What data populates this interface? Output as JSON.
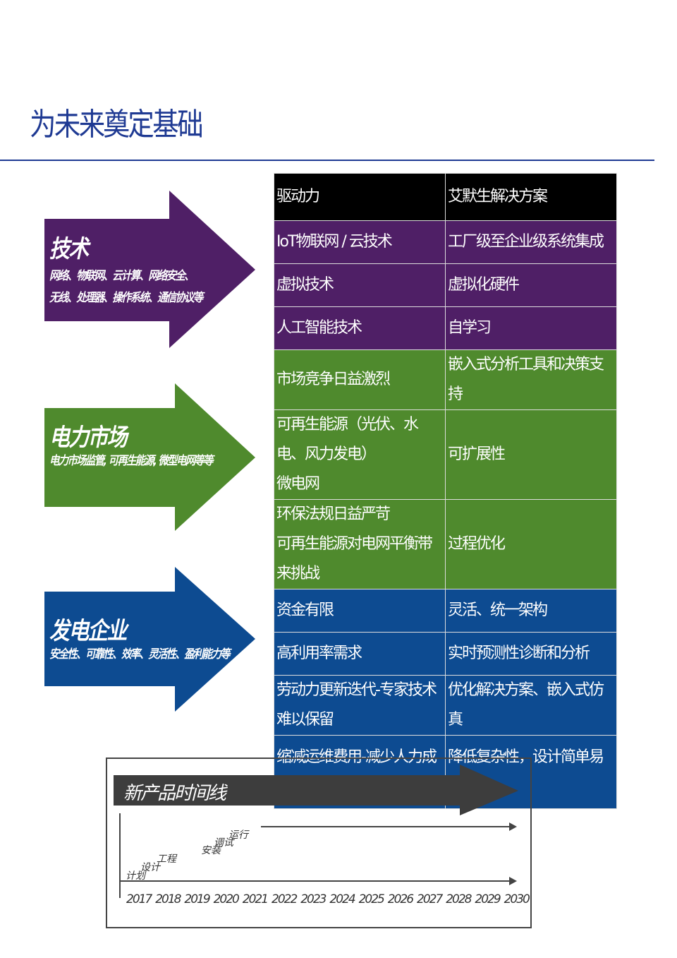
{
  "title": "为未来奠定基础",
  "drivers": [
    {
      "title": "技术",
      "lines": [
        "网络、物联网、云计算、网络安全、",
        "无线、处理器、操作系统、通信协议等"
      ],
      "color": "#4f1f66"
    },
    {
      "title": "电力市场",
      "lines": [
        "电力市场监管, 可再生能源, 微型电网等等"
      ],
      "color": "#4f8a2d"
    },
    {
      "title": "发电企业",
      "lines": [
        "安全性、可靠性、效率、灵活性、盈利能力等"
      ],
      "color": "#0d4b91"
    }
  ],
  "table": {
    "headers": [
      "驱动力",
      "艾默生解决方案"
    ],
    "rows": [
      {
        "group": "p",
        "driver": "IoT物联网 / 云技术",
        "solution": "工厂级至企业级系统集成"
      },
      {
        "group": "p",
        "driver": "虚拟技术",
        "solution": "虚拟化硬件"
      },
      {
        "group": "p",
        "driver": "人工智能技术",
        "solution": "自学习"
      },
      {
        "group": "g",
        "driver": "市场竞争日益激烈",
        "solution": "嵌入式分析工具和决策支持"
      },
      {
        "group": "g",
        "driver": "可再生能源（光伏、水电、风力发电）\n微电网",
        "solution": "可扩展性"
      },
      {
        "group": "g",
        "driver": "环保法规日益严苛\n可再生能源对电网平衡带来挑战",
        "solution": "过程优化"
      },
      {
        "group": "b",
        "driver": "资金有限",
        "solution": "灵活、统一架构"
      },
      {
        "group": "b",
        "driver": "高利用率需求",
        "solution": "实时预测性诊断和分析"
      },
      {
        "group": "b",
        "driver": "劳动力更新迭代-专家技术难以保留",
        "solution": "优化解决方案、嵌入式仿真"
      },
      {
        "group": "b",
        "driver": "缩减运维费用-减少人力成本",
        "solution": "降低复杂性，设计简单易用"
      }
    ]
  },
  "timeline": {
    "title": "新产品时间线",
    "steps": [
      "计划",
      "设计",
      "工程",
      "安装",
      "调试",
      "运行"
    ],
    "years": [
      "2017",
      "2018",
      "2019",
      "2020",
      "2021",
      "2022",
      "2023",
      "2024",
      "2025",
      "2026",
      "2027",
      "2028",
      "2029",
      "2030"
    ]
  }
}
